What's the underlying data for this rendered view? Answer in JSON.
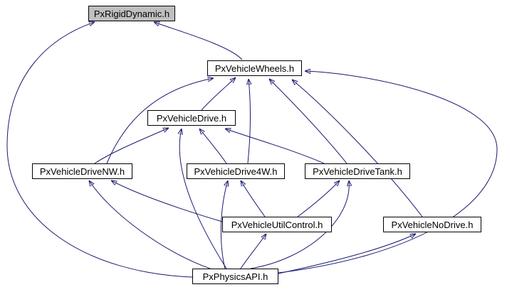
{
  "diagram": {
    "type": "include-dependency-graph",
    "background_color": "#ffffff",
    "edge_color": "#191970",
    "node_border_color": "#000000",
    "node_fill": "#ffffff",
    "highlighted_node_fill": "#bfbfbf",
    "nodes": {
      "rigid": {
        "label": "PxRigidDynamic.h",
        "highlighted": true
      },
      "wheels": {
        "label": "PxVehicleWheels.h",
        "highlighted": false
      },
      "drive": {
        "label": "PxVehicleDrive.h",
        "highlighted": false
      },
      "drivenw": {
        "label": "PxVehicleDriveNW.h",
        "highlighted": false
      },
      "drive4w": {
        "label": "PxVehicleDrive4W.h",
        "highlighted": false
      },
      "drivetank": {
        "label": "PxVehicleDriveTank.h",
        "highlighted": false
      },
      "utilcontrol": {
        "label": "PxVehicleUtilControl.h",
        "highlighted": false
      },
      "nodrive": {
        "label": "PxVehicleNoDrive.h",
        "highlighted": false
      },
      "physics": {
        "label": "PxPhysicsAPI.h",
        "highlighted": false
      }
    },
    "edges": [
      {
        "from": "PxVehicleWheels.h",
        "to": "PxRigidDynamic.h"
      },
      {
        "from": "PxPhysicsAPI.h",
        "to": "PxRigidDynamic.h"
      },
      {
        "from": "PxVehicleDrive.h",
        "to": "PxVehicleWheels.h"
      },
      {
        "from": "PxVehicleDriveNW.h",
        "to": "PxVehicleWheels.h"
      },
      {
        "from": "PxVehicleDrive4W.h",
        "to": "PxVehicleWheels.h"
      },
      {
        "from": "PxVehicleDriveTank.h",
        "to": "PxVehicleWheels.h"
      },
      {
        "from": "PxVehicleNoDrive.h",
        "to": "PxVehicleWheels.h"
      },
      {
        "from": "PxPhysicsAPI.h",
        "to": "PxVehicleWheels.h"
      },
      {
        "from": "PxVehicleDriveNW.h",
        "to": "PxVehicleDrive.h"
      },
      {
        "from": "PxVehicleDrive4W.h",
        "to": "PxVehicleDrive.h"
      },
      {
        "from": "PxVehicleDriveTank.h",
        "to": "PxVehicleDrive.h"
      },
      {
        "from": "PxPhysicsAPI.h",
        "to": "PxVehicleDrive.h"
      },
      {
        "from": "PxVehicleUtilControl.h",
        "to": "PxVehicleDriveNW.h"
      },
      {
        "from": "PxPhysicsAPI.h",
        "to": "PxVehicleDriveNW.h"
      },
      {
        "from": "PxVehicleUtilControl.h",
        "to": "PxVehicleDrive4W.h"
      },
      {
        "from": "PxPhysicsAPI.h",
        "to": "PxVehicleDrive4W.h"
      },
      {
        "from": "PxVehicleUtilControl.h",
        "to": "PxVehicleDriveTank.h"
      },
      {
        "from": "PxPhysicsAPI.h",
        "to": "PxVehicleDriveTank.h"
      },
      {
        "from": "PxPhysicsAPI.h",
        "to": "PxVehicleUtilControl.h"
      },
      {
        "from": "PxPhysicsAPI.h",
        "to": "PxVehicleNoDrive.h"
      }
    ]
  }
}
